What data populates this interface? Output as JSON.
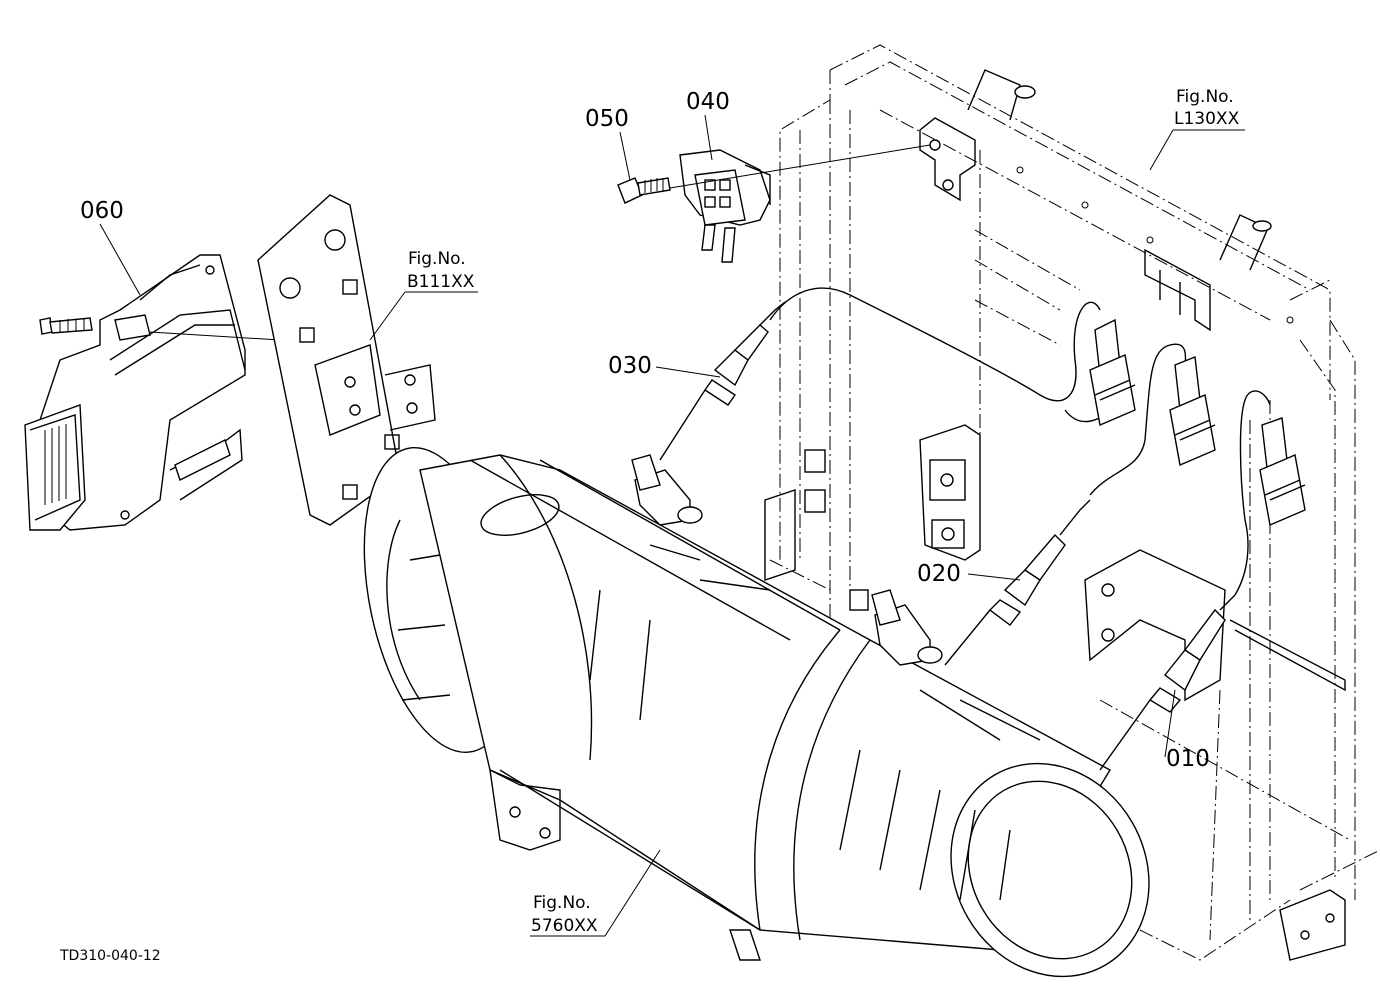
{
  "diagram_code": "TD310-040-12",
  "parts": [
    {
      "id": "p010",
      "number": "010"
    },
    {
      "id": "p020",
      "number": "020"
    },
    {
      "id": "p030",
      "number": "030"
    },
    {
      "id": "p040",
      "number": "040"
    },
    {
      "id": "p050",
      "number": "050"
    },
    {
      "id": "p060",
      "number": "060"
    }
  ],
  "figure_refs": [
    {
      "prefix": "Fig.No.",
      "code": "L130XX"
    },
    {
      "prefix": "Fig.No.",
      "code": "B111XX"
    },
    {
      "prefix": "Fig.No.",
      "code": "5760XX"
    }
  ]
}
